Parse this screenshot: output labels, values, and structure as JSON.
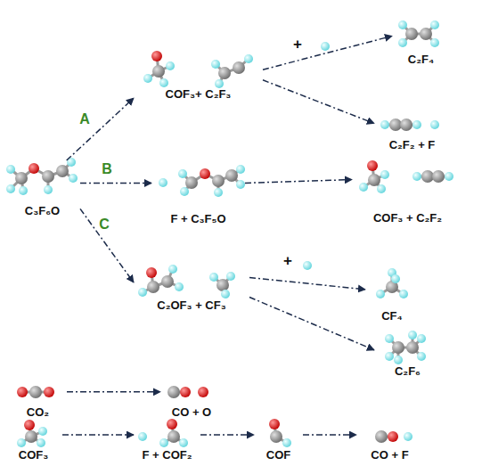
{
  "diagram": {
    "nodes": [
      {
        "text": [
          "C₃F₆O"
        ]
      },
      {
        "text": [
          "COF₃+ C₂F₃"
        ]
      },
      {
        "text": [
          "C₂F₄"
        ]
      },
      {
        "text": [
          "C₂F₂ + F"
        ]
      },
      {
        "text": [
          "F + C₃F₅O"
        ]
      },
      {
        "text": [
          "COF₃ + C₂F₂"
        ]
      },
      {
        "text": [
          "C₂OF₃ + CF₃"
        ]
      },
      {
        "text": [
          "CF₄"
        ]
      },
      {
        "text": [
          "C₂F₆"
        ]
      },
      {
        "text": [
          "CO₂"
        ]
      },
      {
        "text": [
          "CO + O"
        ]
      },
      {
        "text": [
          "COF₃"
        ]
      },
      {
        "text": [
          "F + COF₂"
        ]
      },
      {
        "text": [
          "COF"
        ]
      },
      {
        "text": [
          "CO + F"
        ]
      }
    ],
    "edges": [
      {
        "from": 0,
        "to": 1,
        "arrow": "to",
        "label": "A"
      },
      {
        "from": 0,
        "to": 4,
        "arrow": "to",
        "label": "B"
      },
      {
        "from": 0,
        "to": 6,
        "arrow": "to",
        "label": "C"
      },
      {
        "from": 1,
        "to": 2,
        "arrow": "to",
        "label": "+"
      },
      {
        "from": 1,
        "to": 3,
        "arrow": "to"
      },
      {
        "from": 4,
        "to": 5,
        "arrow": "to"
      },
      {
        "from": 6,
        "to": 7,
        "arrow": "to",
        "label": "+"
      },
      {
        "from": 6,
        "to": 8,
        "arrow": "to"
      },
      {
        "from": 9,
        "to": 10,
        "arrow": "to"
      },
      {
        "from": 11,
        "to": 12,
        "arrow": "to"
      },
      {
        "from": 12,
        "to": 13,
        "arrow": "to"
      },
      {
        "from": 13,
        "to": 14,
        "arrow": "to"
      }
    ]
  }
}
